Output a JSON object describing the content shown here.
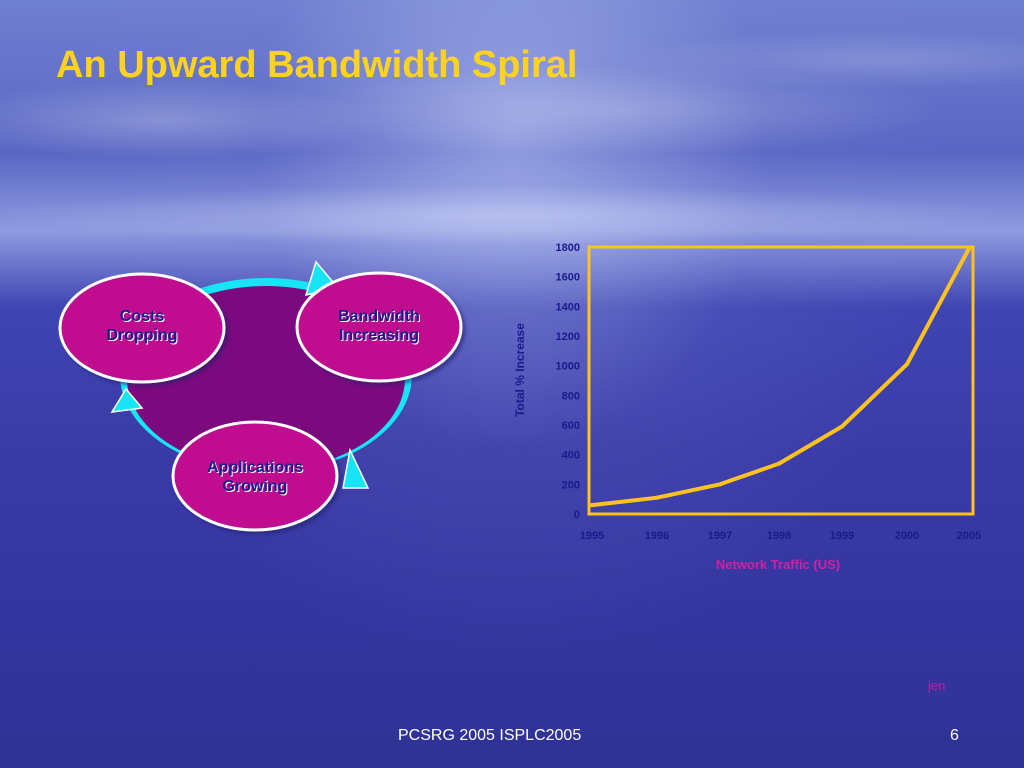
{
  "slide": {
    "title": "An Upward Bandwidth Spiral",
    "footer_text": "PCSRG 2005 ISPLC2005",
    "page_number": "6",
    "signature": "jen"
  },
  "cycle": {
    "nodes": [
      {
        "label_line1": "Costs",
        "label_line2": "Dropping"
      },
      {
        "label_line1": "Bandwidth",
        "label_line2": "Increasing"
      },
      {
        "label_line1": "Applications",
        "label_line2": "Growing"
      }
    ],
    "colors": {
      "ring": "#17e5f5",
      "disk": "#7a0a7e",
      "node_fill": "#c0118f",
      "label": "#1a1a8c"
    }
  },
  "chart_data": {
    "type": "line",
    "categories": [
      "1995",
      "1996",
      "1997",
      "1998",
      "1999",
      "2000",
      "2005"
    ],
    "values": [
      60,
      110,
      200,
      340,
      590,
      1010,
      1790
    ],
    "ylabel": "Total % Increase",
    "xlabel": "Network Traffic (US)",
    "ylim": [
      0,
      1800
    ],
    "yticks": [
      0,
      200,
      400,
      600,
      800,
      1000,
      1200,
      1400,
      1600,
      1800
    ],
    "grid": false,
    "colors": {
      "line": "#ffc21f",
      "frame": "#ffc21f",
      "ticks": "#1a1a8c",
      "xlabel": "#d41fa3"
    }
  }
}
